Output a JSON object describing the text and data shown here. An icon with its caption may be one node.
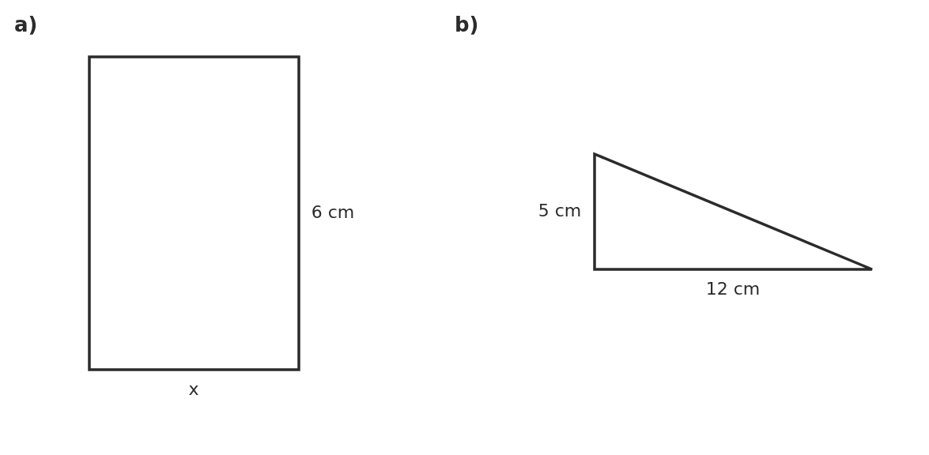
{
  "diagram": {
    "nodes": [
      {
        "text": [],
        "shape": "box",
        "beside": [
          "6 cm",
          "x"
        ]
      },
      {
        "text": [],
        "shape": "triangle",
        "beside": [
          "5 cm",
          "12 cm"
        ]
      }
    ],
    "labels": [
      "a)",
      "b)"
    ]
  }
}
